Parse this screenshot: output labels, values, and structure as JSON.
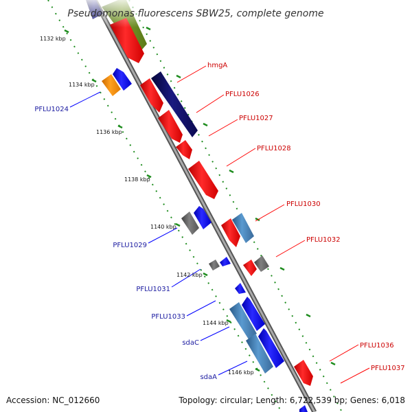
{
  "title": "Pseudomonas fluorescens SBW25, complete genome",
  "footer": {
    "accession": "Accession: NC_012660",
    "topology": "Topology: circular; Length: 6,722,539 bp; Genes: 6,018"
  },
  "ticks": [
    "1132 kbp",
    "1134 kbp",
    "1136 kbp",
    "1138 kbp",
    "1140 kbp",
    "1142 kbp",
    "1144 kbp",
    "1146 kbp"
  ],
  "gene_labels_forward": [
    "hmgA",
    "PFLU1026",
    "PFLU1027",
    "PFLU1028",
    "PFLU1030",
    "PFLU1032",
    "PFLU1036",
    "PFLU1037"
  ],
  "gene_labels_reverse": [
    "PFLU1024",
    "PFLU1029",
    "PFLU1031",
    "PFLU1033",
    "sdaC",
    "sdaA"
  ],
  "colors": {
    "red": "#ff1a1a",
    "blue": "#1a1aff",
    "navy": "#101070",
    "olive": "#6b8e23",
    "orange": "#ff9900",
    "gray": "#707070",
    "steelblue": "#4682b4",
    "label_red": "#cc0000",
    "label_blue": "#1a1aa0",
    "backbone": "#888888",
    "tickline": "#1e8c1e"
  }
}
